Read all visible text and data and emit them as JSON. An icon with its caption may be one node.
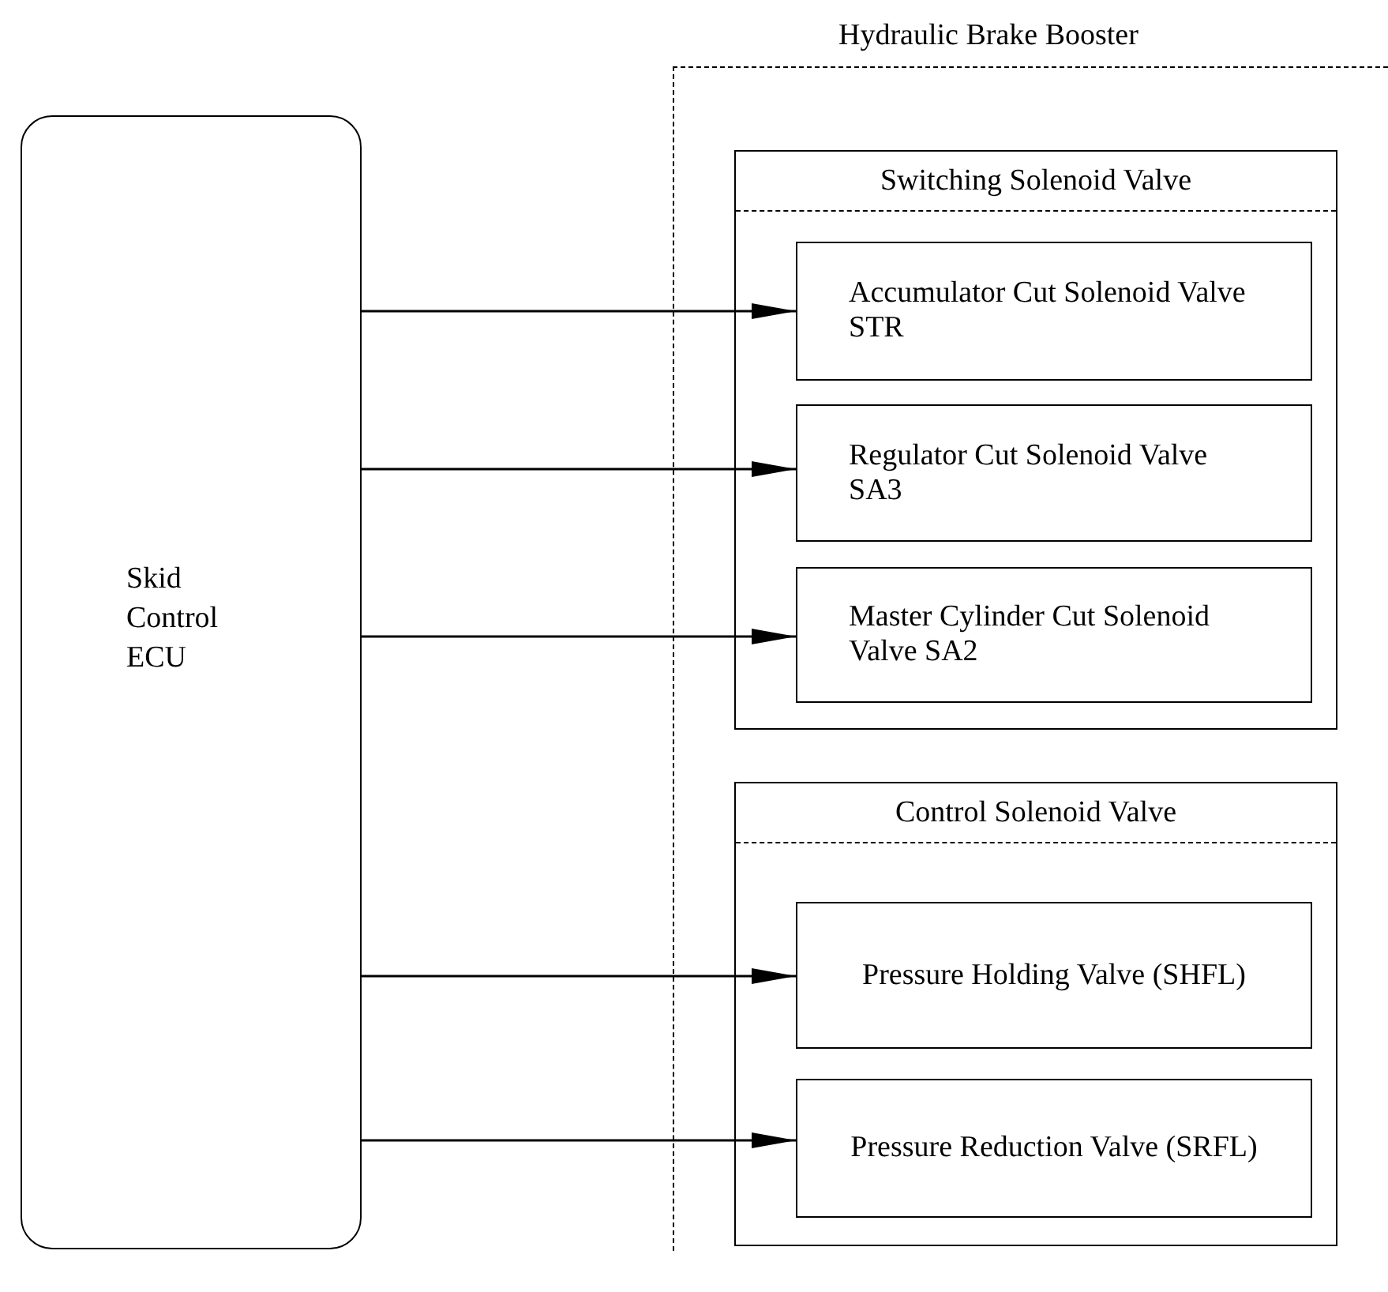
{
  "diagram": {
    "nodes": [
      {
        "text": [
          "Hydraulic Brake Booster"
        ]
      },
      {
        "text": [
          "Skid Control ECU"
        ]
      },
      {
        "text": [
          "Switching Solenoid Valve"
        ],
        "in": 0
      },
      {
        "text": [
          "Accumulator Cut Solenoid Valve STR"
        ],
        "in": 2
      },
      {
        "text": [
          "Regulator Cut Solenoid Valve SA3"
        ],
        "in": 2
      },
      {
        "text": [
          "Master Cylinder Cut Solenoid Valve SA2"
        ],
        "in": 2
      },
      {
        "text": [
          "Control Solenoid Valve"
        ],
        "in": 0
      },
      {
        "text": [
          "Pressure Holding Valve (SHFL)"
        ],
        "in": 6
      },
      {
        "text": [
          "Pressure Reduction Valve (SRFL)"
        ],
        "in": 6
      }
    ],
    "edges": [
      {
        "from": 1,
        "to": 3,
        "arrow": "to"
      },
      {
        "from": 1,
        "to": 4,
        "arrow": "to"
      },
      {
        "from": 1,
        "to": 5,
        "arrow": "to"
      },
      {
        "from": 1,
        "to": 7,
        "arrow": "to"
      },
      {
        "from": 1,
        "to": 8,
        "arrow": "to"
      }
    ]
  }
}
